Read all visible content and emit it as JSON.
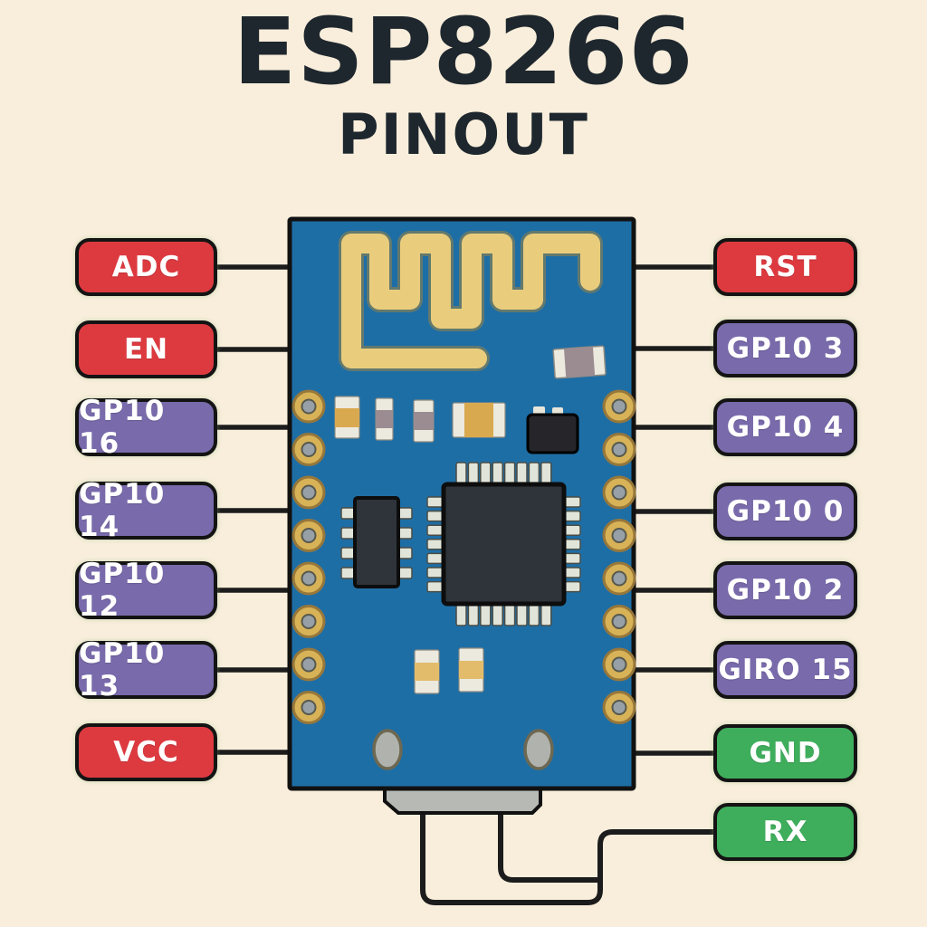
{
  "title": "ESP8266",
  "subtitle": "PINOUT",
  "colors": {
    "background": "#f8eedb",
    "board_blue": "#1e6ea6",
    "red": "#dd3a40",
    "purple": "#796aab",
    "green": "#3fae5c",
    "antenna_gold": "#e9cd7c",
    "wire_black": "#1c1c1c",
    "title_dark": "#1f272e",
    "connector_gray": "#b7b9b4",
    "pad_gold": "#d7b257"
  },
  "left_pins": [
    {
      "label": "ADC",
      "type": "red"
    },
    {
      "label": "EN",
      "type": "red"
    },
    {
      "label": "GP10 16",
      "type": "purple"
    },
    {
      "label": "GP10 14",
      "type": "purple"
    },
    {
      "label": "GP10 12",
      "type": "purple"
    },
    {
      "label": "GP10 13",
      "type": "purple"
    },
    {
      "label": "VCC",
      "type": "red"
    }
  ],
  "right_pins": [
    {
      "label": "RST",
      "type": "red"
    },
    {
      "label": "GP10 3",
      "type": "purple"
    },
    {
      "label": "GP10 4",
      "type": "purple"
    },
    {
      "label": "GP10 0",
      "type": "purple"
    },
    {
      "label": "GP10 2",
      "type": "purple"
    },
    {
      "label": "GIRO 15",
      "type": "purple"
    },
    {
      "label": "GND",
      "type": "green"
    },
    {
      "label": "RX",
      "type": "green"
    }
  ]
}
